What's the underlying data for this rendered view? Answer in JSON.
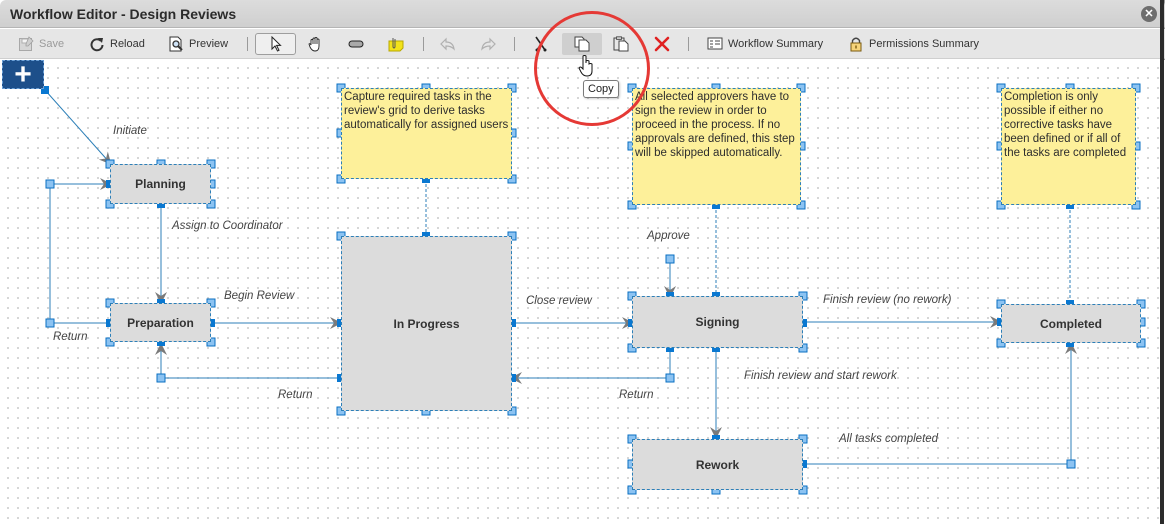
{
  "window": {
    "title": "Workflow Editor - Design Reviews",
    "close_icon": "close-circle-icon"
  },
  "toolbar": {
    "save": {
      "label": "Save",
      "icon": "save-icon",
      "disabled": true
    },
    "reload": {
      "label": "Reload",
      "icon": "reload-icon"
    },
    "preview": {
      "label": "Preview",
      "icon": "preview-icon"
    },
    "tools": [
      {
        "name": "select-tool",
        "icon": "pointer-icon",
        "active": true
      },
      {
        "name": "pan-tool",
        "icon": "hand-icon"
      },
      {
        "name": "state-tool",
        "icon": "rounded-rect-icon"
      },
      {
        "name": "note-tool",
        "icon": "sticky-note-icon"
      }
    ],
    "undo": {
      "icon": "undo-icon",
      "disabled": true
    },
    "redo": {
      "icon": "redo-icon",
      "disabled": true
    },
    "cut": {
      "icon": "scissors-icon"
    },
    "copy": {
      "icon": "copy-icon",
      "tooltip": "Copy",
      "hovered": true
    },
    "paste": {
      "icon": "paste-icon"
    },
    "delete": {
      "icon": "delete-x-icon",
      "color": "#e02020"
    },
    "workflow_summary": {
      "label": "Workflow Summary",
      "icon": "summary-icon"
    },
    "permissions_summary": {
      "label": "Permissions Summary",
      "icon": "lock-icon"
    }
  },
  "diagram": {
    "start_node": {
      "icon": "plus-icon",
      "symbol": "+"
    },
    "states": {
      "planning": "Planning",
      "preparation": "Preparation",
      "in_progress": "In Progress",
      "signing": "Signing",
      "completed": "Completed",
      "rework": "Rework"
    },
    "notes": {
      "in_progress_note": "Capture required tasks in the review's grid to derive tasks automatically for assigned users",
      "signing_note": "All selected approvers have to sign the review in order to proceed in the process. If no approvals are defined, this step will be skipped automatically.",
      "completed_note": "Completion is only possible if either no corrective tasks have been defined or if all of the tasks are completed"
    },
    "transitions": {
      "initiate": "Initiate",
      "assign_to_coordinator": "Assign to Coordinator",
      "begin_review": "Begin Review",
      "return_prep_to_planning": "Return",
      "return_inprogress_to_prep": "Return",
      "close_review": "Close review",
      "approve": "Approve",
      "return_signing_to_inprogress": "Return",
      "finish_review_no_rework": "Finish review (no rework)",
      "finish_review_start_rework": "Finish review and start rework",
      "all_tasks_completed": "All tasks completed"
    },
    "colors": {
      "state_fill": "#dcdcdc",
      "note_fill": "#fdf09a",
      "connector": "#2c7fb8",
      "handle": "#0a78d1",
      "handle_light": "#8cc3f2",
      "start_fill": "#1d4f8a",
      "highlight": "#e53935"
    }
  }
}
